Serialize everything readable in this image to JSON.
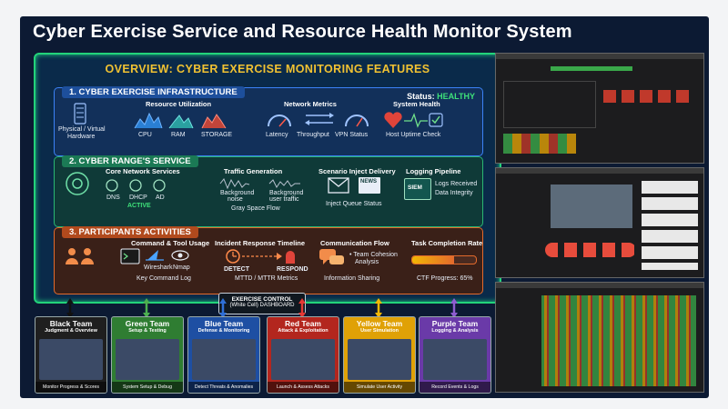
{
  "title": "Cyber Exercise Service and Resource Health Monitor System",
  "overview_title": "OVERVIEW: CYBER EXERCISE MONITORING FEATURES",
  "sec1": {
    "title": "1. CYBER EXERCISE INFRASTRUCTURE",
    "status_label": "Status:",
    "status_value": "HEALTHY",
    "physical": "Physical / Virtual",
    "hardware": "Hardware",
    "resource_title": "Resource Utilization",
    "cpu": "CPU",
    "ram": "RAM",
    "storage": "STORAGE",
    "network_title": "Network Metrics",
    "latency": "Latency",
    "throughput": "Throughput",
    "vpn": "VPN Status",
    "health_title": "System Health",
    "host": "Host Uptime Check"
  },
  "sec2": {
    "title": "2. CYBER RANGE'S SERVICE",
    "core_title": "Core Network Services",
    "dns": "DNS",
    "dhcp": "DHCP",
    "ad": "AD",
    "active": "ACTIVE",
    "traffic_title": "Traffic Generation",
    "bg_noise_1": "Background",
    "bg_noise_2": "noise",
    "bg_user_1": "Background",
    "bg_user_2": "user traffic",
    "gray": "Gray Space Flow",
    "inject_title": "Scenario Inject Delivery",
    "news": "NEWS",
    "inject_queue": "Inject Queue Status",
    "logging_title": "Logging Pipeline",
    "siem": "SIEM",
    "logs_received": "Logs Received",
    "integrity": "Data Integrity"
  },
  "sec3": {
    "title": "3. PARTICIPANTS ACTIVITIES",
    "cmd_title": "Command & Tool Usage",
    "wireshark": "Wireshark",
    "nmap": "Nmap",
    "key_log": "Key Command Log",
    "incident_title": "Incident Response Timeline",
    "detect": "DETECT",
    "respond": "RESPOND",
    "mttd": "MTTD / MTTR Metrics",
    "comm_title": "Communication Flow",
    "team_cohesion_1": "• Team Cohesion",
    "team_cohesion_2": "Analysis",
    "info_sharing": "Information Sharing",
    "task_title": "Task Completion Rate",
    "ctf": "CTF Progress: 65%",
    "ctf_progress": 0.65
  },
  "dashboard": {
    "line1": "EXERCISE CONTROL",
    "line2": "(White Cell) DASHBOARD"
  },
  "teams": [
    {
      "name": "Black Team",
      "sub": "Judgment & Overview",
      "footer": "Monitor Progress & Scores",
      "color": "#1f1f1f",
      "arrow": "#111111"
    },
    {
      "name": "Green Team",
      "sub": "Setup & Testing",
      "footer": "System Setup & Debug",
      "color": "#2f7d32",
      "arrow": "#4caf50"
    },
    {
      "name": "Blue Team",
      "sub": "Defense & Monitoring",
      "footer": "Detect Threats & Anomalies",
      "color": "#1e4fa3",
      "arrow": "#2f6fd6"
    },
    {
      "name": "Red Team",
      "sub": "Attack & Exploitation",
      "footer": "Launch & Assess Attacks",
      "color": "#b3261e",
      "arrow": "#e53935"
    },
    {
      "name": "Yellow Team",
      "sub": "User Simulation",
      "footer": "Simulate User Activity",
      "color": "#e0a106",
      "arrow": "#f2b705"
    },
    {
      "name": "Purple Team",
      "sub": "Logging & Analysis",
      "footer": "Record Events & Logs",
      "color": "#6a3aa8",
      "arrow": "#8e5cd0"
    }
  ]
}
